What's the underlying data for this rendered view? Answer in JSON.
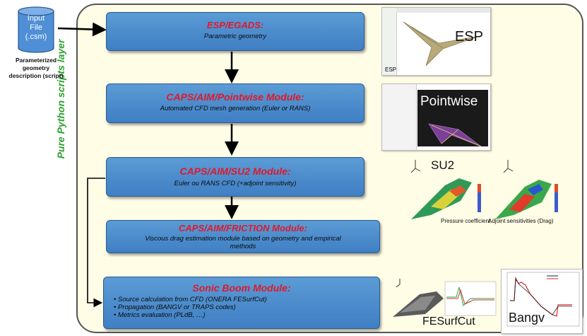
{
  "input": {
    "file_label_1": "Input",
    "file_label_2": "File",
    "file_label_3": "(.csm)",
    "desc_1": "Parameterized",
    "desc_2": "geometry",
    "desc_3": "description (script)"
  },
  "side_label": "Pure Python  scripts layer",
  "modules": [
    {
      "title": "ESP/EGADS:",
      "desc": "Parametric geometry"
    },
    {
      "title": "CAPS/AIM/Pointwise Module:",
      "desc": "Automated CFD mesh generation (Euler or RANS)"
    },
    {
      "title": "CAPS/AIM/SU2 Module:",
      "desc": "Euler ou RANS CFD (+adjoint sensitivity)"
    },
    {
      "title": "CAPS/AIM/FRICTION Module:",
      "desc_1": "Viscous drag estimation module based on geometry and empirical",
      "desc_2": "methods"
    },
    {
      "title": "Sonic Boom Module:",
      "bullets": [
        "Source calculation from CFD (ONERA FESurfCut)",
        " Propagation (BANGV or TRAPS codes)",
        "Metrics evaluation (PLdB, …)"
      ]
    }
  ],
  "images": {
    "esp": "ESP",
    "pointwise": "Pointwise",
    "su2": "SU2",
    "pressure_caption": "Pressure coefficient",
    "adjoint_caption": "Adjoint sensitivities (Drag)",
    "fesurfcut": "FESurfCut",
    "bangv": "Bangv"
  },
  "colors": {
    "module_fill": "#4a8cd0",
    "module_title": "#e0192a",
    "side_label": "#2ea02e",
    "panel": "#fffde6",
    "cylinder": "#4f8fd6"
  }
}
